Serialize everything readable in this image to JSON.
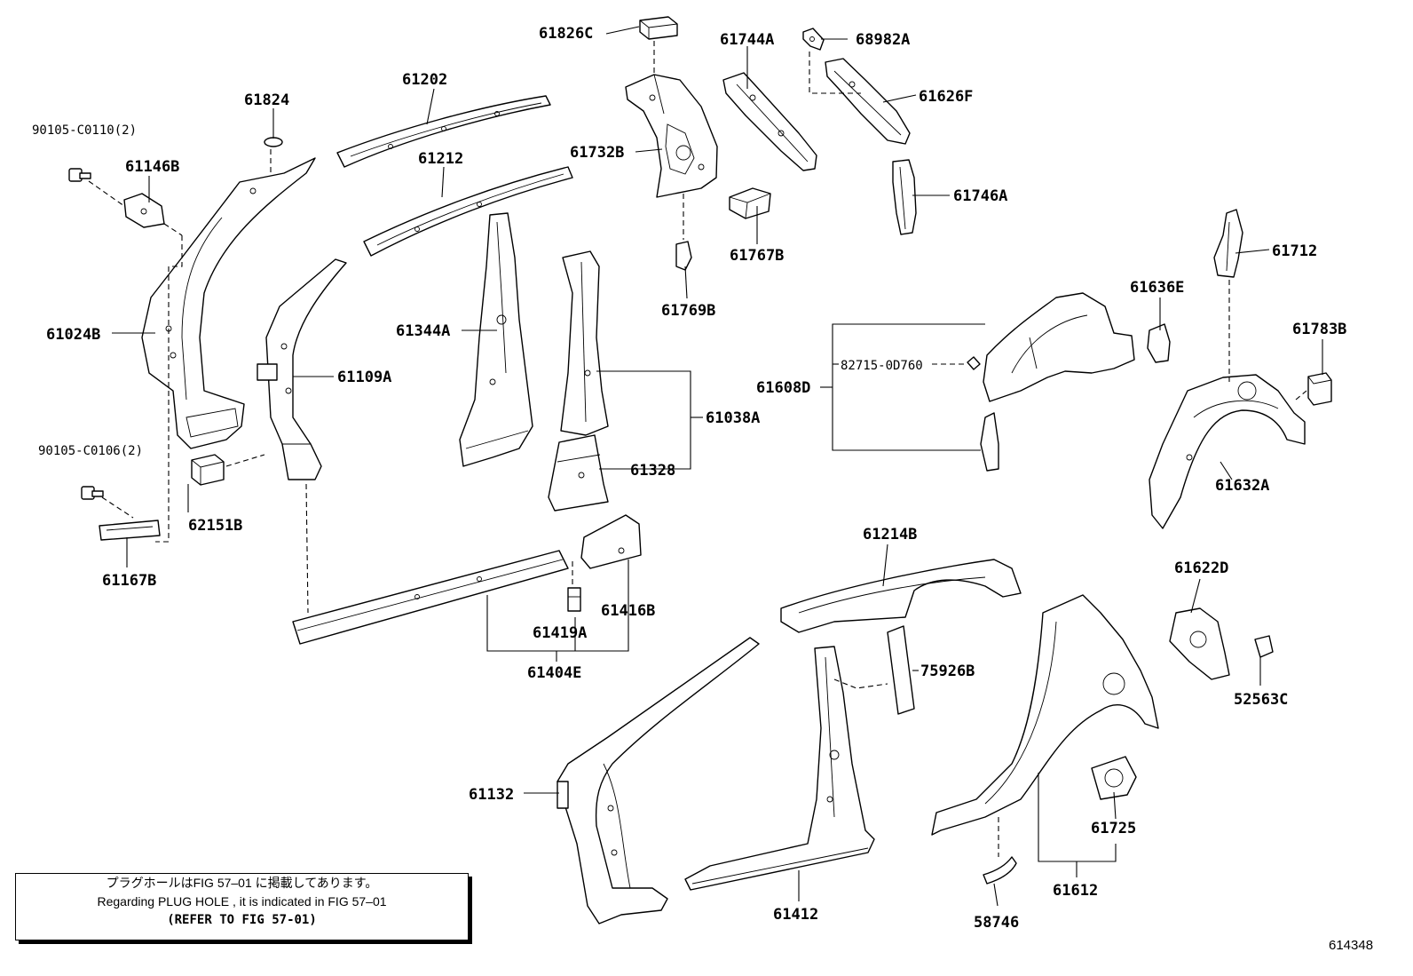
{
  "diagram": {
    "parts": [
      {
        "id": "p61826C",
        "label": "61826C"
      },
      {
        "id": "p61744A",
        "label": "61744A"
      },
      {
        "id": "p68982A",
        "label": "68982A"
      },
      {
        "id": "p61202",
        "label": "61202"
      },
      {
        "id": "p61824",
        "label": "61824"
      },
      {
        "id": "p61626F",
        "label": "61626F"
      },
      {
        "id": "p90105C0110",
        "label": "90105-C0110(2)"
      },
      {
        "id": "p61212",
        "label": "61212"
      },
      {
        "id": "p61146B",
        "label": "61146B"
      },
      {
        "id": "p61732B",
        "label": "61732B"
      },
      {
        "id": "p61746A",
        "label": "61746A"
      },
      {
        "id": "p61767B",
        "label": "61767B"
      },
      {
        "id": "p61712",
        "label": "61712"
      },
      {
        "id": "p61636E",
        "label": "61636E"
      },
      {
        "id": "p61769B",
        "label": "61769B"
      },
      {
        "id": "p61024B",
        "label": "61024B"
      },
      {
        "id": "p61344A",
        "label": "61344A"
      },
      {
        "id": "p61783B",
        "label": "61783B"
      },
      {
        "id": "p61109A",
        "label": "61109A"
      },
      {
        "id": "p82715",
        "label": "82715-0D760"
      },
      {
        "id": "p61608D",
        "label": "61608D"
      },
      {
        "id": "p61038A",
        "label": "61038A"
      },
      {
        "id": "p90105C0106",
        "label": "90105-C0106(2)"
      },
      {
        "id": "p61328",
        "label": "61328"
      },
      {
        "id": "p61632A",
        "label": "61632A"
      },
      {
        "id": "p62151B",
        "label": "62151B"
      },
      {
        "id": "p61214B",
        "label": "61214B"
      },
      {
        "id": "p61167B",
        "label": "61167B"
      },
      {
        "id": "p61622D",
        "label": "61622D"
      },
      {
        "id": "p61416B",
        "label": "61416B"
      },
      {
        "id": "p61419A",
        "label": "61419A"
      },
      {
        "id": "p61404E",
        "label": "61404E"
      },
      {
        "id": "p75926B",
        "label": "75926B"
      },
      {
        "id": "p52563C",
        "label": "52563C"
      },
      {
        "id": "p61132",
        "label": "61132"
      },
      {
        "id": "p61725",
        "label": "61725"
      },
      {
        "id": "p61612",
        "label": "61612"
      },
      {
        "id": "p61412",
        "label": "61412"
      },
      {
        "id": "p58746",
        "label": "58746"
      }
    ],
    "note": {
      "line1": "プラグホールはFIG 57–01 に掲載してあります。",
      "line2": "Regarding PLUG HOLE , it is indicated in FIG 57–01",
      "line3": "(REFER TO FIG 57-01)"
    },
    "diagram_code": "614348"
  }
}
